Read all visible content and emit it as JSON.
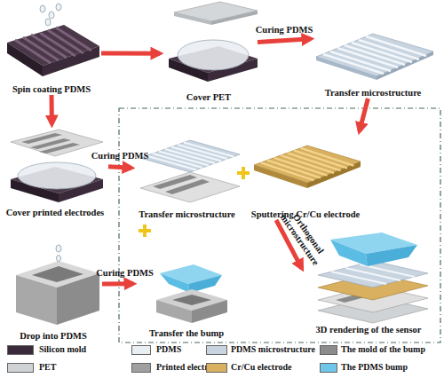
{
  "diagram": {
    "nodes": [
      {
        "text": [
          "Spin coating PDMS"
        ]
      },
      {
        "text": [
          "Cover PET"
        ]
      },
      {
        "text": [
          "Transfer microstructure"
        ]
      },
      {
        "text": [
          "Cover printed electrodes"
        ]
      },
      {
        "text": [
          "Transfer microstructure"
        ]
      },
      {
        "text": [
          "Sputtering Cr/Cu electrode"
        ]
      },
      {
        "text": [
          "Drop into PDMS"
        ]
      },
      {
        "text": [
          "Transfer the bump"
        ]
      },
      {
        "text": [
          "3D rendering of the sensor"
        ]
      }
    ],
    "edges": [
      {
        "from": 0,
        "to": 1,
        "arrow": "to"
      },
      {
        "from": 1,
        "to": 2,
        "label": "Curing PDMS",
        "arrow": "to"
      },
      {
        "from": 0,
        "to": 3,
        "arrow": "to"
      },
      {
        "from": 3,
        "to": 4,
        "label": "Curing PDMS",
        "arrow": "to"
      },
      {
        "from": 2,
        "to": 5,
        "arrow": "to"
      },
      {
        "from": 5,
        "to": 8,
        "label": "Orthogonal microstructure",
        "arrow": "to"
      },
      {
        "from": 6,
        "to": 7,
        "label": "Curing PDMS",
        "arrow": "to"
      }
    ],
    "legend": [
      {
        "text": "Silicon mold",
        "color": "#3a2a3a"
      },
      {
        "text": "PDMS",
        "color": "#e9eef2"
      },
      {
        "text": "PDMS microstructure",
        "color": "#c8d4e0"
      },
      {
        "text": "The mold of the bump",
        "color": "#8c8c8c"
      },
      {
        "text": "PET",
        "color": "#cfd3d6"
      },
      {
        "text": "Printed electrodes",
        "color": "#a0a0a0"
      },
      {
        "text": "Cr/Cu electrode",
        "color": "#d9b060"
      },
      {
        "text": "The PDMS bump",
        "color": "#6ec6e8"
      }
    ]
  }
}
